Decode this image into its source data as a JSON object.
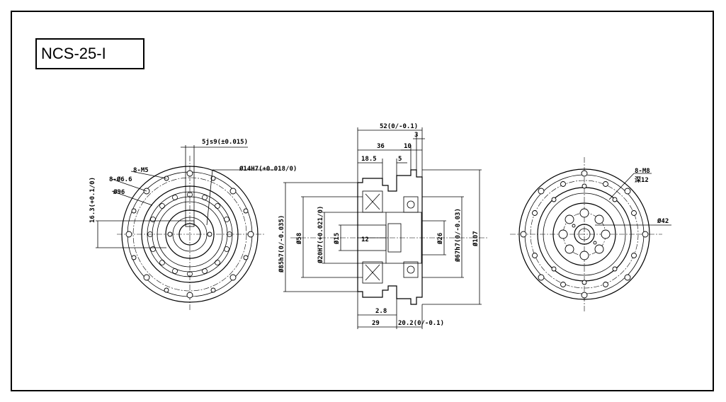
{
  "title": "NCS-25-I",
  "front_view": {
    "keyway": "5js9(±0.015)",
    "bore": "Ø14H7(+0.018/0)",
    "tapped_holes": "8-M5",
    "through_holes": "8-Ø6.6",
    "pcd": "Ø96",
    "key_height": "16.3(+0.1/0)"
  },
  "side_view": {
    "overall_length": "52(0/-0.1)",
    "dim_36": "36",
    "dim_10": "10",
    "dim_3": "3",
    "dim_18_5": "18.5",
    "dim_5": "5",
    "dia_85": "Ø85h7(0/-0.035)",
    "dia_58": "Ø58",
    "dia_20": "Ø20H7(+0.021/0)",
    "dia_15": "Ø15",
    "dim_12": "12",
    "dia_26": "Ø26",
    "dia_67": "Ø67h7(0/-0.03)",
    "dia_107": "Ø107",
    "dim_2_8": "2.8",
    "dim_29": "29",
    "dim_20_2": "20.2(0/-0.1)"
  },
  "rear_view": {
    "tapped_holes": "8-M8",
    "depth": "深12",
    "bore": "Ø42"
  }
}
